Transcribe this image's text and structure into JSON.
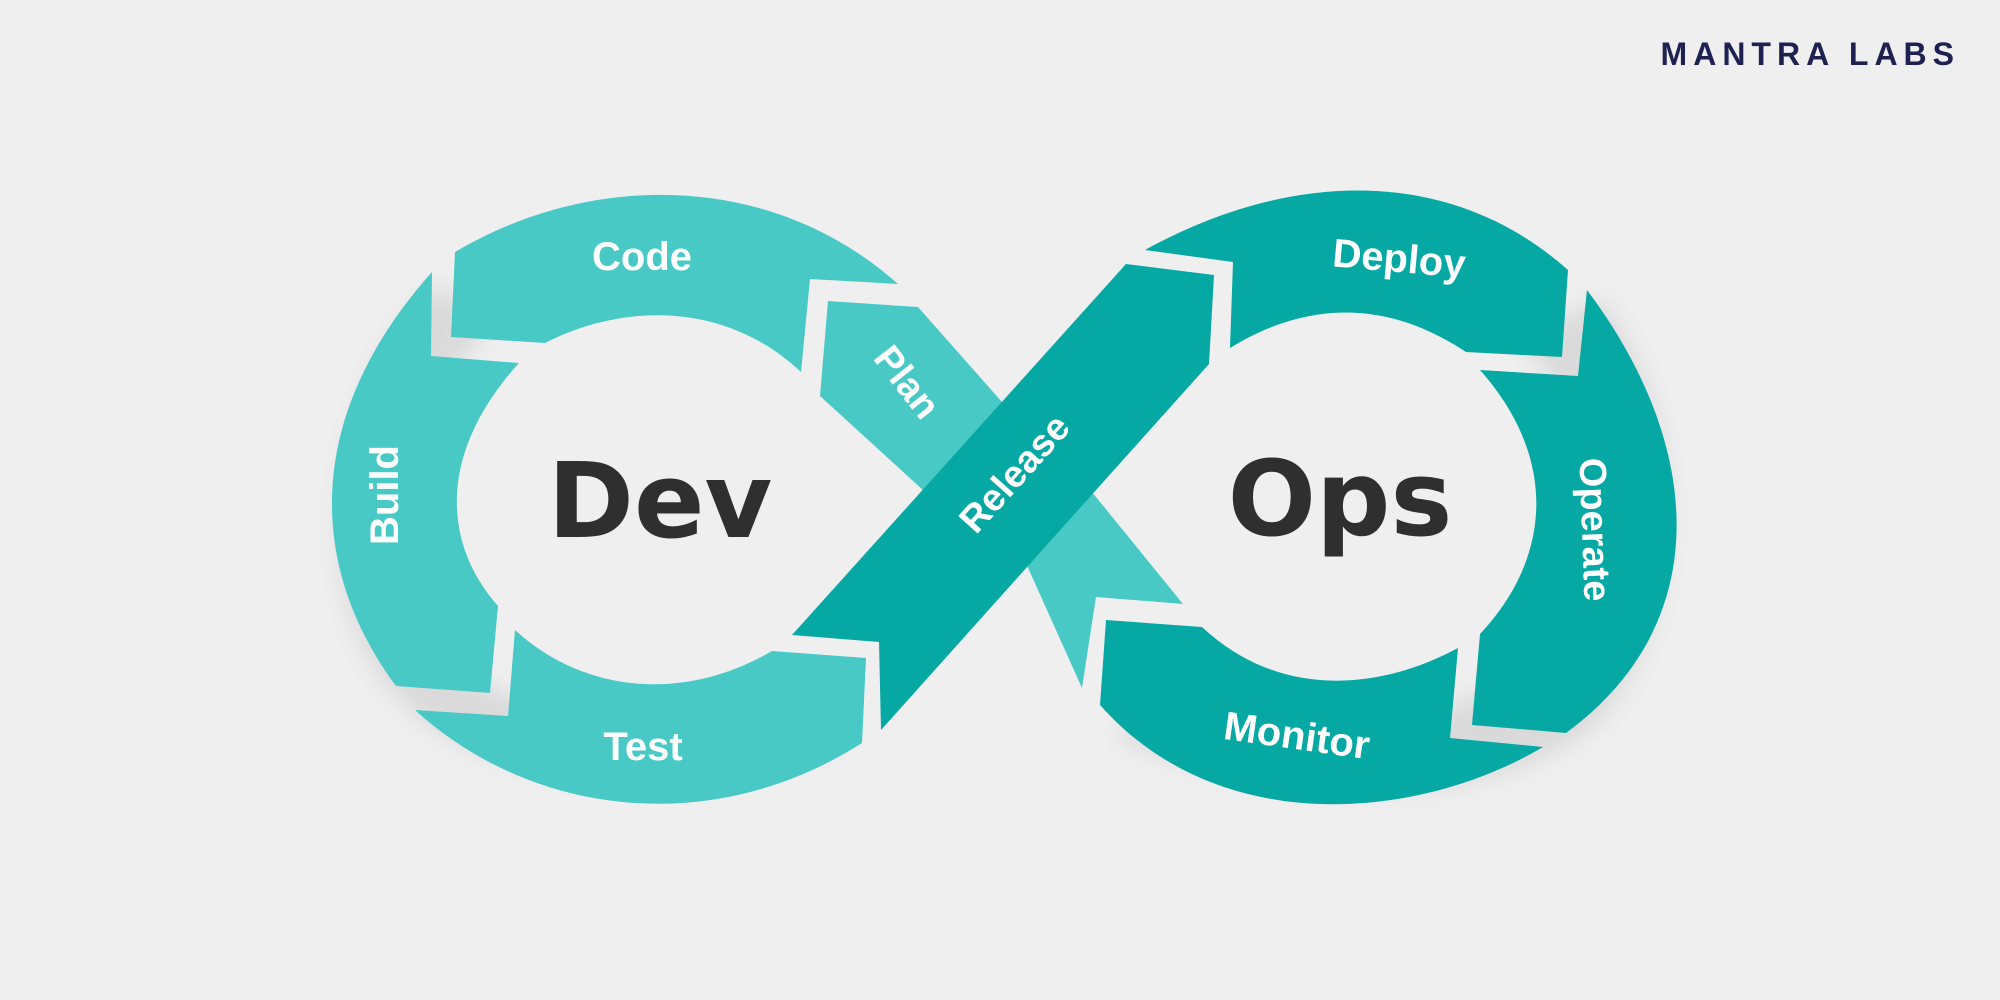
{
  "brand": {
    "text": "MANTRA LABS"
  },
  "colors": {
    "background": "#f0eff0",
    "dev_loop": "#48c9c6",
    "ops_loop": "#05a8a3",
    "center_text": "#2f2f2f",
    "segment_text": "#ffffff",
    "brand_text": "#1f2150"
  },
  "centers": {
    "dev": "Dev",
    "ops": "Ops"
  },
  "stages": {
    "code": "Code",
    "plan": "Plan",
    "build": "Build",
    "test": "Test",
    "release": "Release",
    "deploy": "Deploy",
    "operate": "Operate",
    "monitor": "Monitor"
  }
}
